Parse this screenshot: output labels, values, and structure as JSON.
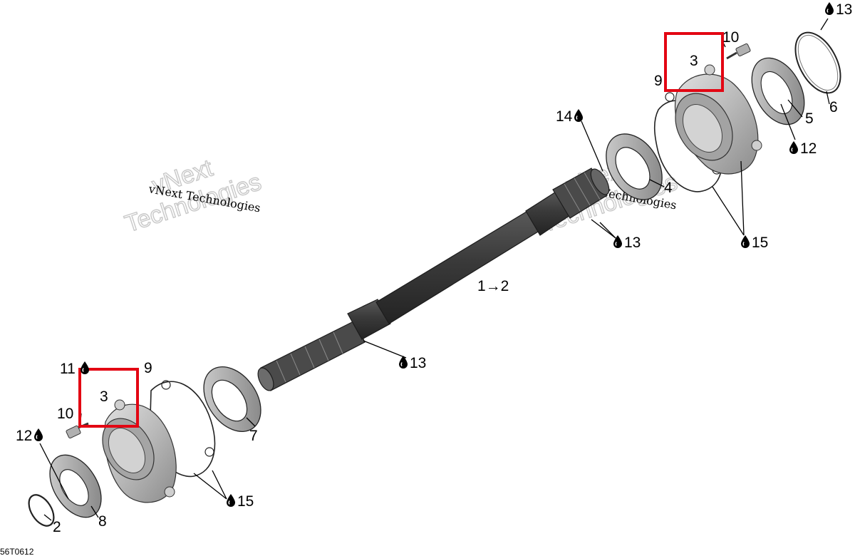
{
  "diagram": {
    "code": "56T0612",
    "watermark": {
      "line_small": "vNext Technologies",
      "line_big_1": "vNext",
      "line_big_2": "Technologies"
    },
    "callouts": {
      "shaft": "1→2",
      "n2": "2",
      "n3": "3",
      "n4": "4",
      "n5": "5",
      "n6": "6",
      "n7": "7",
      "n8": "8",
      "n9": "9",
      "n10": "10",
      "n11": "11",
      "n12": "12",
      "n13": "13",
      "n14": "14",
      "n15": "15"
    },
    "colors": {
      "highlight": "#e30613",
      "shaft": "#3d3d3d",
      "housing": "#bdbdbd",
      "seal": "#a9a9a9"
    },
    "icons": {
      "lubricant": "oil-drop-icon"
    }
  }
}
